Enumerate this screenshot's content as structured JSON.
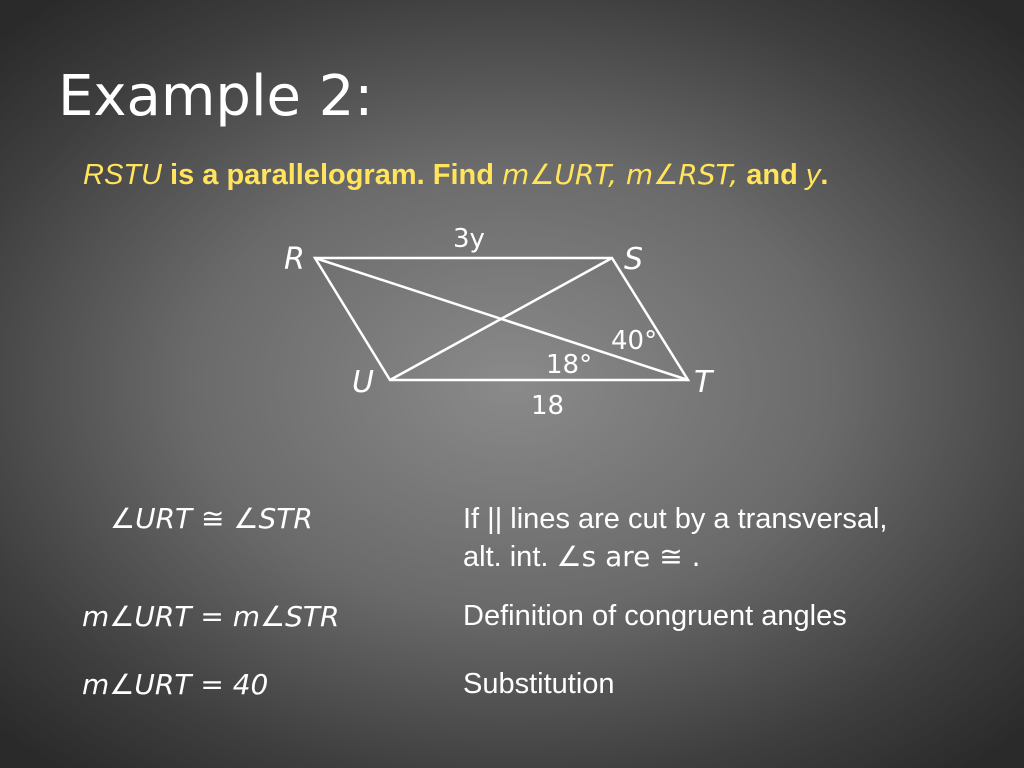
{
  "slide": {
    "title": "Example 2:",
    "prompt": {
      "figure_name": "RSTU",
      "text": " is a parallelogram. Find ",
      "targets": "m∠URT, m∠RST,",
      "and": " and ",
      "var": "y",
      "end": "."
    }
  },
  "figure": {
    "vertices": {
      "R": "R",
      "S": "S",
      "T": "T",
      "U": "U"
    },
    "labels": {
      "top_side": "3y",
      "bottom_side": "18",
      "angle_s_t_r": "40°",
      "angle_u_t_r": "18°"
    }
  },
  "proof": [
    {
      "statement": "∠URT ≅ ∠STR",
      "reason_line1": "If || lines are cut by a transversal,",
      "reason_line2_a": "alt. int. ",
      "reason_line2_b": "∠s are ≅ ."
    },
    {
      "statement": "m∠URT = m∠STR",
      "reason_line1": "Definition of congruent angles"
    },
    {
      "statement": "m∠URT = 40",
      "reason_line1": "Substitution"
    }
  ]
}
